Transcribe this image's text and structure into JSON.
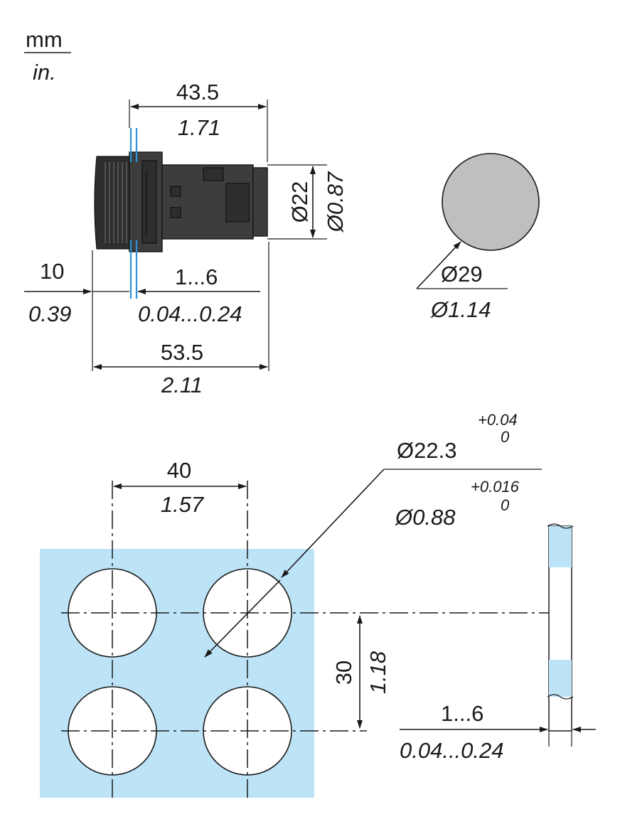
{
  "units": {
    "primary": "mm",
    "secondary": "in."
  },
  "side_view": {
    "overall_length": {
      "mm": "43.5",
      "in": "1.71"
    },
    "diameter": {
      "mm": "Ø22",
      "in": "Ø0.87"
    },
    "head_depth": {
      "mm": "10",
      "in": "0.39"
    },
    "panel_thickness": {
      "mm": "1...6",
      "in": "0.04...0.24"
    },
    "total_length": {
      "mm": "53.5",
      "in": "2.11"
    }
  },
  "front_view": {
    "head_diameter": {
      "mm": "Ø29",
      "in": "Ø1.14"
    }
  },
  "cutout": {
    "hole_diameter": {
      "mm": "Ø22.3",
      "mm_tol_upper": "+0.04",
      "mm_tol_lower": "0",
      "in": "Ø0.88",
      "in_tol_upper": "+0.016",
      "in_tol_lower": "0"
    },
    "horizontal_spacing": {
      "mm": "40",
      "in": "1.57"
    },
    "vertical_spacing": {
      "mm": "30",
      "in": "1.18"
    },
    "panel_thickness": {
      "mm": "1...6",
      "in": "0.04...0.24"
    }
  },
  "colors": {
    "panel": "#bde3f7",
    "panel_edge": "#2a95d6",
    "body": "#3d3d3d",
    "head_face": "#bfbfbf"
  }
}
